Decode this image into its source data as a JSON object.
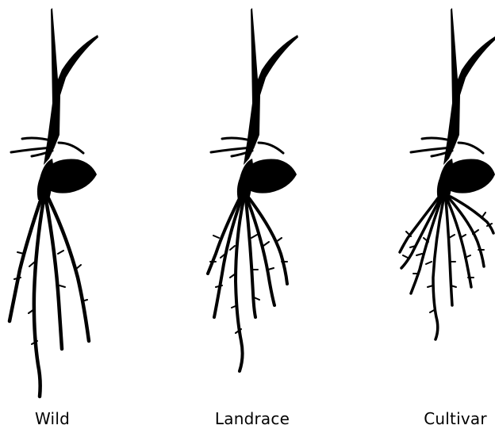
{
  "colors": {
    "ink": "#000000",
    "background": "#ffffff"
  },
  "plants": [
    {
      "label": "Wild",
      "root_type": "few long sparse roots"
    },
    {
      "label": "Landrace",
      "root_type": "intermediate roots"
    },
    {
      "label": "Cultivar",
      "root_type": "many short dense roots"
    }
  ]
}
